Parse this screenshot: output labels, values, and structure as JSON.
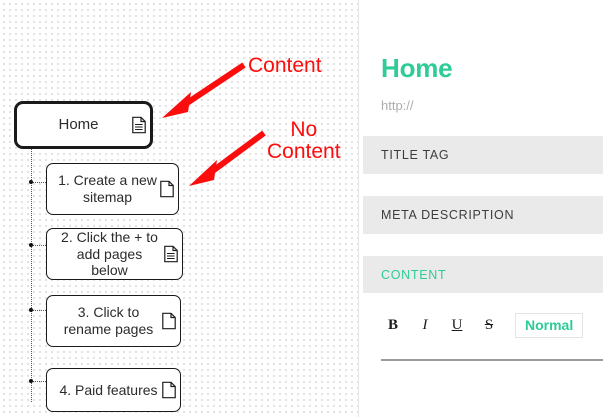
{
  "canvas": {
    "root_node": {
      "label": "Home",
      "icon": "page-with-content-icon",
      "has_content": true,
      "selected": true
    },
    "child_nodes": [
      {
        "label": "1. Create a new sitemap",
        "icon": "page-empty-icon",
        "has_content": false
      },
      {
        "label": "2. Click the + to add pages below",
        "icon": "page-with-content-icon",
        "has_content": true
      },
      {
        "label": "3. Click to rename pages",
        "icon": "page-empty-icon",
        "has_content": false
      },
      {
        "label": "4. Paid features",
        "icon": "page-empty-icon",
        "has_content": false
      }
    ],
    "annotations": [
      {
        "text": "Content",
        "color": "#fb0d0d",
        "points_to": "root-node-page-icon"
      },
      {
        "text": "No\nContent",
        "color": "#fb0d0d",
        "points_to": "child-node-1-page-icon"
      }
    ]
  },
  "panel": {
    "title": "Home",
    "url_placeholder": "http://",
    "sections": [
      {
        "label": "TITLE TAG",
        "accent": false
      },
      {
        "label": "META DESCRIPTION",
        "accent": false
      },
      {
        "label": "CONTENT",
        "accent": true
      }
    ],
    "editor": {
      "bold_label": "B",
      "italic_label": "I",
      "underline_label": "U",
      "strike_label": "S",
      "style_value": "Normal"
    },
    "accent_color": "#2ecc96"
  }
}
